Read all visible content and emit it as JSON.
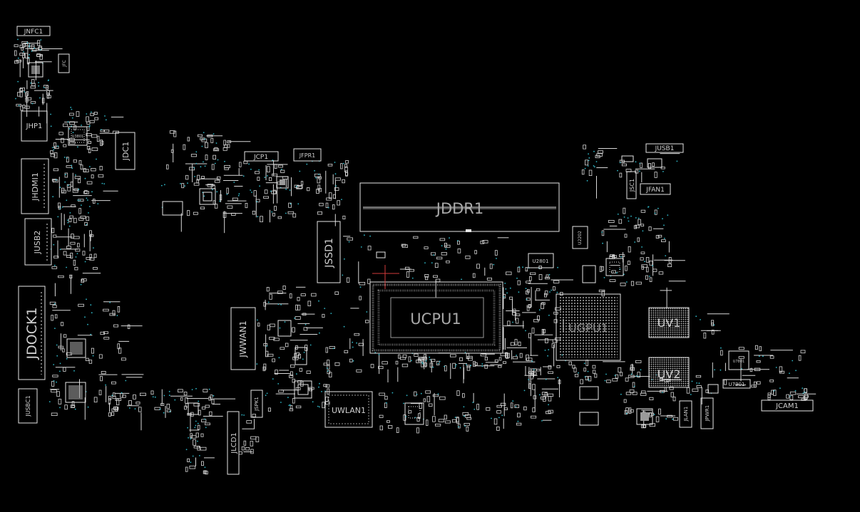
{
  "title": "",
  "colors": {
    "background": "#000000",
    "outline": "#e6e6e6",
    "dim_outline": "#9a9a9a",
    "label": "#cfcfcf",
    "via": "#2fb6c6",
    "marker": "#d23b3b"
  },
  "labels": {
    "jnfc1": "JNFC1",
    "jfc": "JFC",
    "jhp1": "JHP1",
    "u3801": "U3801",
    "jdc1": "JDC1",
    "jhdmi1": "JHDMI1",
    "jusb2": "JUSB2",
    "jdock1": "JDOCK1",
    "jusbc1": "JUSBC1",
    "jcp1": "JCP1",
    "jfpr1": "JFPR1",
    "jssd1": "JSSD1",
    "jwwan1": "JWWAN1",
    "jspk1": "JSPK1",
    "jlcd1": "JLCD1",
    "uwlan1": "UWLAN1",
    "jddr1": "JDDR1",
    "ucpu1": "UCPU1",
    "ugpu1": "UGPU1",
    "u2801": "U2801",
    "u2202": "U2202",
    "uv1": "UV1",
    "uv2": "UV2",
    "jusb1": "JUSB1",
    "jsc1": "JSC1",
    "jfan1": "JFAN1",
    "u7801": "U7801",
    "u7901": "U7901",
    "jlan1": "JLAN1",
    "jpwr1": "JPWR1",
    "jcam1": "JCAM1"
  }
}
